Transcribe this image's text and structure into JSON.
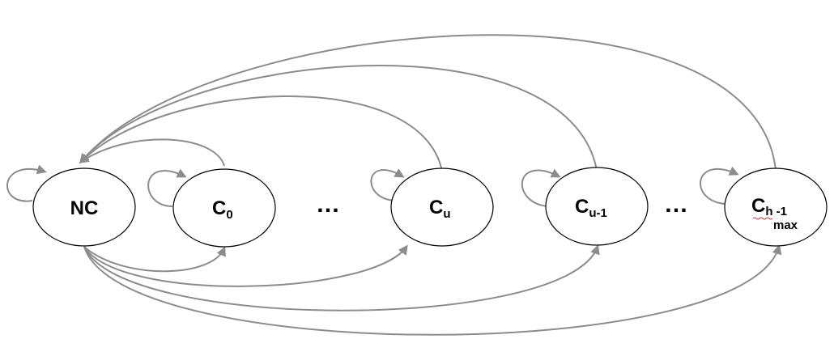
{
  "states": [
    {
      "id": "nc",
      "label": "NC",
      "subscript": ""
    },
    {
      "id": "c0",
      "label": "C",
      "subscript": "0"
    },
    {
      "id": "cu",
      "label": "C",
      "subscript": "u"
    },
    {
      "id": "cu1",
      "label": "C",
      "subscript": "u-1"
    },
    {
      "id": "chmax",
      "label": "C",
      "subscript": "h",
      "subscript_tail": " -1",
      "sub_subscript": "max"
    }
  ],
  "ellipses": [
    "…",
    "…"
  ],
  "colors": {
    "edge": "#8c8c8c",
    "node_border": "#000000",
    "node_fill": "#ffffff",
    "spellcheck_underline": "#d32f2f"
  },
  "transitions": [
    {
      "from": "nc",
      "to": "nc",
      "kind": "self-loop"
    },
    {
      "from": "c0",
      "to": "c0",
      "kind": "self-loop"
    },
    {
      "from": "cu",
      "to": "cu",
      "kind": "self-loop"
    },
    {
      "from": "cu1",
      "to": "cu1",
      "kind": "self-loop"
    },
    {
      "from": "chmax",
      "to": "chmax",
      "kind": "self-loop"
    },
    {
      "from": "nc",
      "to": "c0",
      "kind": "forward"
    },
    {
      "from": "nc",
      "to": "cu",
      "kind": "forward"
    },
    {
      "from": "nc",
      "to": "cu1",
      "kind": "forward"
    },
    {
      "from": "nc",
      "to": "chmax",
      "kind": "forward"
    },
    {
      "from": "c0",
      "to": "nc",
      "kind": "return"
    },
    {
      "from": "cu",
      "to": "nc",
      "kind": "return"
    },
    {
      "from": "cu1",
      "to": "nc",
      "kind": "return"
    },
    {
      "from": "chmax",
      "to": "nc",
      "kind": "return"
    }
  ]
}
